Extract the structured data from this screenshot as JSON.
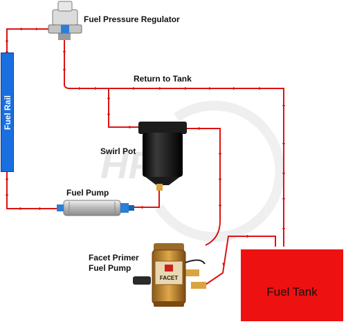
{
  "labels": {
    "regulator": "Fuel Pressure Regulator",
    "return": "Return to Tank",
    "swirl_pot": "Swirl Pot",
    "fuel_pump": "Fuel Pump",
    "primer_line1": "Facet Primer",
    "primer_line2": "Fuel Pump",
    "fuel_rail": "Fuel Rail",
    "fuel_tank": "Fuel Tank",
    "watermark": "HPP",
    "facet_logo": "FACET"
  },
  "colors": {
    "line": "#dd1111",
    "rail": "#1a6fe0",
    "tank": "#ee1111",
    "pump_body": "#c9c9c9",
    "pump_fitting": "#2a7fd6",
    "swirl_pot": "#151515",
    "primer_body": "#c87a2c",
    "watermark": "#e7e7e7"
  },
  "icons": [
    "fuel-pressure-regulator-icon",
    "swirl-pot-icon",
    "fuel-pump-icon",
    "facet-primer-pump-icon"
  ]
}
